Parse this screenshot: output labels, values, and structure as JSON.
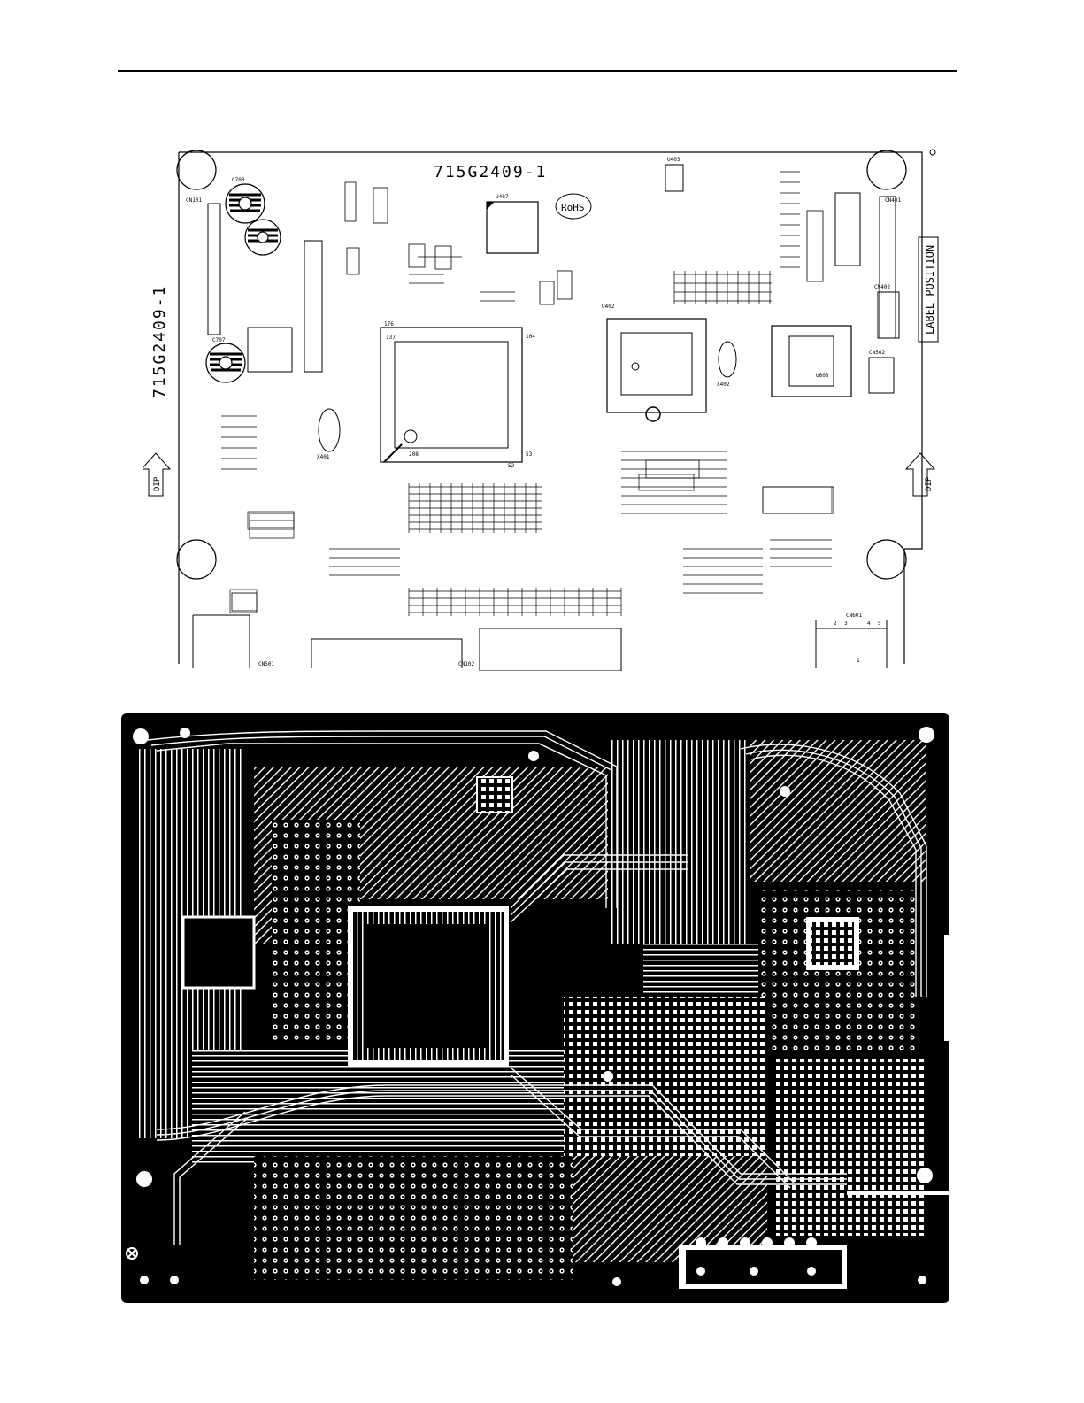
{
  "silkscreen": {
    "board_id": "715G2409-1",
    "board_id_vertical": "715G2409-1",
    "rohs_mark": "RoHS",
    "label_position": "LABEL POSITION",
    "dip_left": "DIP",
    "dip_right": "DIP",
    "component_refs": {
      "mcu": "U407",
      "scaler": "U402",
      "regulator": "U403",
      "sdram": "U603",
      "conn_top_left": "CN101",
      "conn_top_right": "CN401",
      "conn_right_mid": "CN402",
      "conn_right_low": "CN502",
      "conn_bottom_left": "CN501",
      "conn_bottom_mid": "CN102",
      "conn_bottom_right": "CN601",
      "crystal_left": "X401",
      "crystal_right": "X402",
      "cap_big_1": "C703",
      "cap_big_2": "C707",
      "chip_pin_a": "176",
      "chip_pin_b": "137",
      "chip_pin_c": "52",
      "chip_pin_d": "53",
      "chip_pin_e": "104",
      "chip_pin_f": "208",
      "pin_1": "1",
      "pin_2": "2",
      "pin_3": "3",
      "pin_4": "4",
      "pin_5": "5"
    }
  }
}
